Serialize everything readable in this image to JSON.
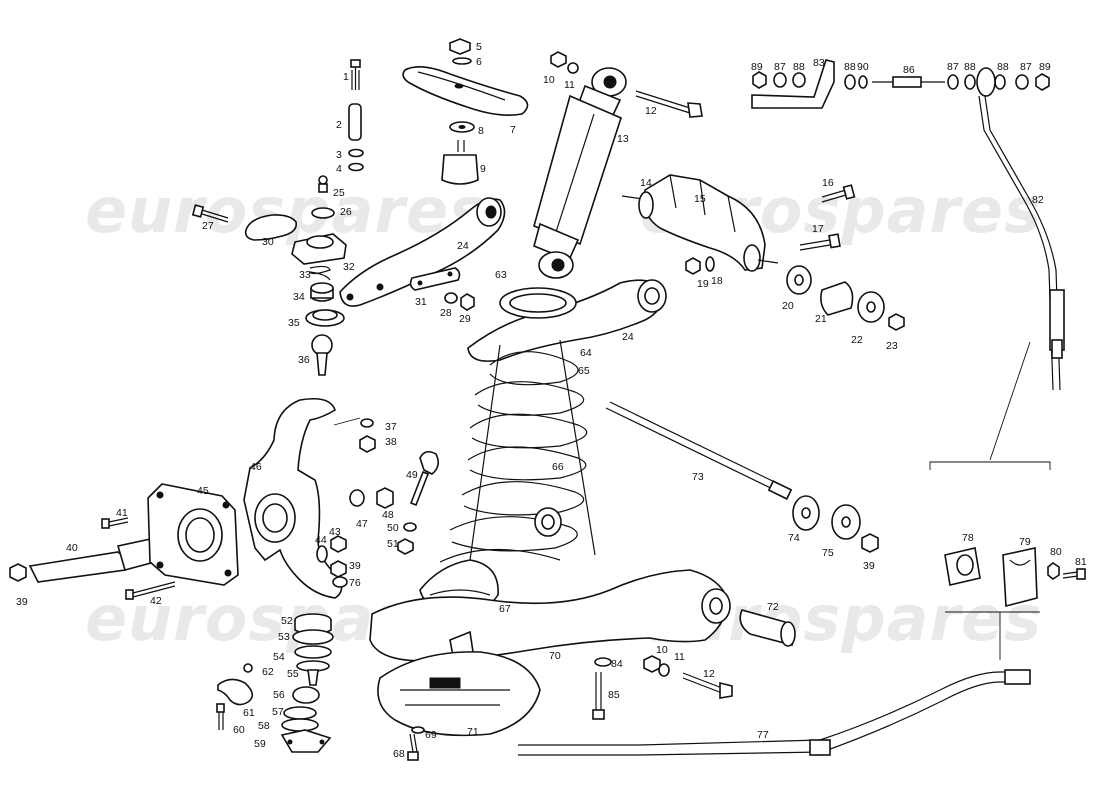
{
  "watermark": {
    "text": "eurospares"
  },
  "callouts": [
    {
      "n": "1"
    },
    {
      "n": "2"
    },
    {
      "n": "3"
    },
    {
      "n": "4"
    },
    {
      "n": "5"
    },
    {
      "n": "6"
    },
    {
      "n": "7"
    },
    {
      "n": "8"
    },
    {
      "n": "9"
    },
    {
      "n": "10"
    },
    {
      "n": "11"
    },
    {
      "n": "12"
    },
    {
      "n": "13"
    },
    {
      "n": "14"
    },
    {
      "n": "15"
    },
    {
      "n": "16"
    },
    {
      "n": "17"
    },
    {
      "n": "18"
    },
    {
      "n": "19"
    },
    {
      "n": "20"
    },
    {
      "n": "21"
    },
    {
      "n": "22"
    },
    {
      "n": "23"
    },
    {
      "n": "24"
    },
    {
      "n": "24"
    },
    {
      "n": "25"
    },
    {
      "n": "26"
    },
    {
      "n": "27"
    },
    {
      "n": "28"
    },
    {
      "n": "29"
    },
    {
      "n": "30"
    },
    {
      "n": "31"
    },
    {
      "n": "32"
    },
    {
      "n": "33"
    },
    {
      "n": "34"
    },
    {
      "n": "35"
    },
    {
      "n": "36"
    },
    {
      "n": "37"
    },
    {
      "n": "38"
    },
    {
      "n": "39"
    },
    {
      "n": "39"
    },
    {
      "n": "39"
    },
    {
      "n": "40"
    },
    {
      "n": "41"
    },
    {
      "n": "42"
    },
    {
      "n": "43"
    },
    {
      "n": "44"
    },
    {
      "n": "45"
    },
    {
      "n": "46"
    },
    {
      "n": "47"
    },
    {
      "n": "48"
    },
    {
      "n": "49"
    },
    {
      "n": "50"
    },
    {
      "n": "51"
    },
    {
      "n": "52"
    },
    {
      "n": "53"
    },
    {
      "n": "54"
    },
    {
      "n": "55"
    },
    {
      "n": "56"
    },
    {
      "n": "57"
    },
    {
      "n": "58"
    },
    {
      "n": "59"
    },
    {
      "n": "60"
    },
    {
      "n": "61"
    },
    {
      "n": "62"
    },
    {
      "n": "63"
    },
    {
      "n": "64"
    },
    {
      "n": "65"
    },
    {
      "n": "66"
    },
    {
      "n": "67"
    },
    {
      "n": "68"
    },
    {
      "n": "69"
    },
    {
      "n": "70"
    },
    {
      "n": "71"
    },
    {
      "n": "72"
    },
    {
      "n": "73"
    },
    {
      "n": "74"
    },
    {
      "n": "75"
    },
    {
      "n": "76"
    },
    {
      "n": "77"
    },
    {
      "n": "78"
    },
    {
      "n": "79"
    },
    {
      "n": "80"
    },
    {
      "n": "81"
    },
    {
      "n": "82"
    },
    {
      "n": "83"
    },
    {
      "n": "84"
    },
    {
      "n": "85"
    },
    {
      "n": "86"
    },
    {
      "n": "87"
    },
    {
      "n": "87"
    },
    {
      "n": "87"
    },
    {
      "n": "88"
    },
    {
      "n": "88"
    },
    {
      "n": "88"
    },
    {
      "n": "88"
    },
    {
      "n": "89"
    },
    {
      "n": "89"
    },
    {
      "n": "90"
    },
    {
      "n": "10"
    },
    {
      "n": "11"
    },
    {
      "n": "12"
    }
  ]
}
